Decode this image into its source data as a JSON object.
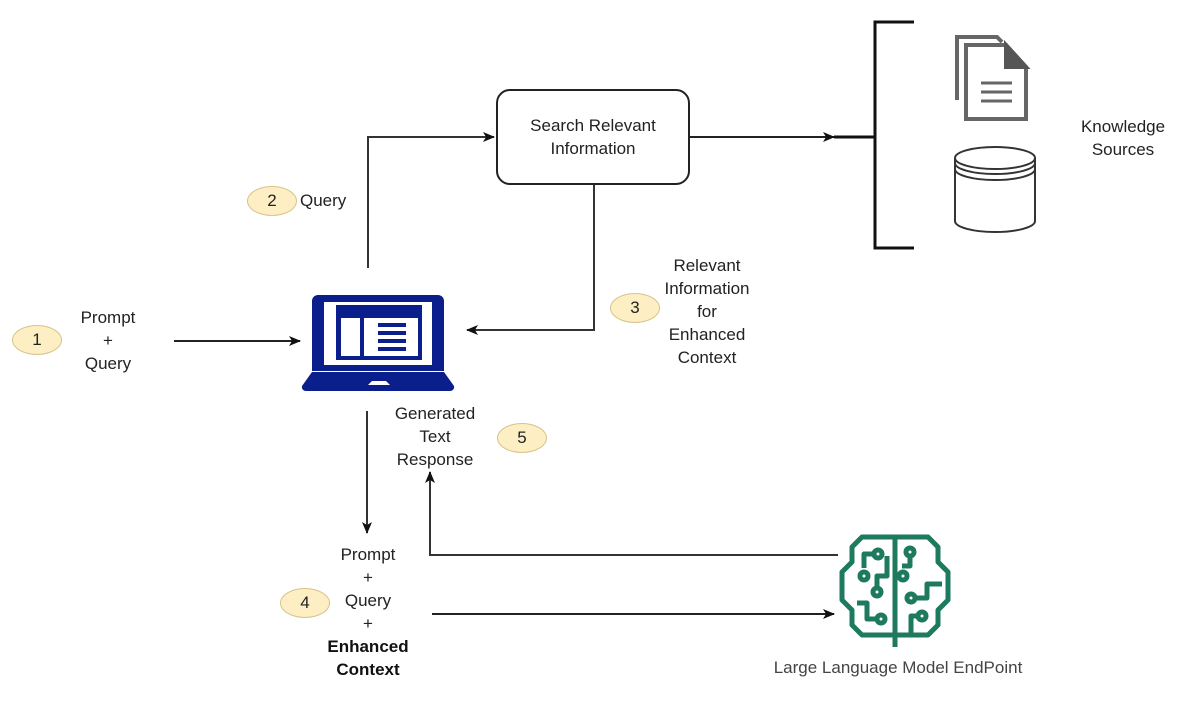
{
  "steps": [
    {
      "number": "1",
      "label_lines": [
        "Prompt",
        "+",
        "Query"
      ]
    },
    {
      "number": "2",
      "label": "Query"
    },
    {
      "number": "3",
      "label_lines": [
        "Relevant",
        "Information",
        "for",
        "Enhanced",
        "Context"
      ]
    },
    {
      "number": "4",
      "label_lines": [
        "Prompt",
        "+",
        "Query",
        "+"
      ],
      "bold_lines": [
        "Enhanced",
        "Context"
      ]
    },
    {
      "number": "5",
      "label_lines": [
        "Generated",
        "Text",
        "Response"
      ]
    }
  ],
  "search_box": {
    "lines": [
      "Search Relevant",
      "Information"
    ]
  },
  "knowledge_sources": {
    "lines": [
      "Knowledge",
      "Sources"
    ],
    "icons": [
      "documents-icon",
      "database-icon"
    ]
  },
  "llm": {
    "label": "Large Language Model EndPoint",
    "icon": "brain-circuit-icon"
  },
  "client": {
    "icon": "laptop-icon"
  },
  "colors": {
    "laptop": "#0a1e8c",
    "brain": "#1d7a5f",
    "badge_fill": "#fdefc3",
    "badge_border": "#d7c38a",
    "doc_gray": "#666666"
  }
}
